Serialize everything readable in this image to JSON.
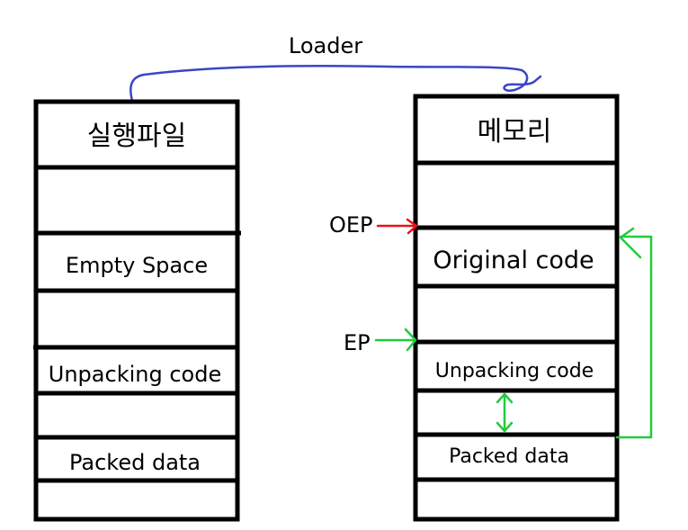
{
  "loader_label": "Loader",
  "left_stack": {
    "header": "실행파일",
    "sections": {
      "empty_space": "Empty Space",
      "unpacking_code": "Unpacking code",
      "packed_data": "Packed data"
    }
  },
  "right_stack": {
    "header": "메모리",
    "sections": {
      "original_code": "Original code",
      "unpacking_code": "Unpacking code",
      "packed_data": "Packed data"
    }
  },
  "pointers": {
    "oep": "OEP",
    "ep": "EP"
  },
  "colors": {
    "loader": "#3b46c4",
    "oep": "#e8101a",
    "ep": "#22cc3c",
    "border": "#000000"
  }
}
